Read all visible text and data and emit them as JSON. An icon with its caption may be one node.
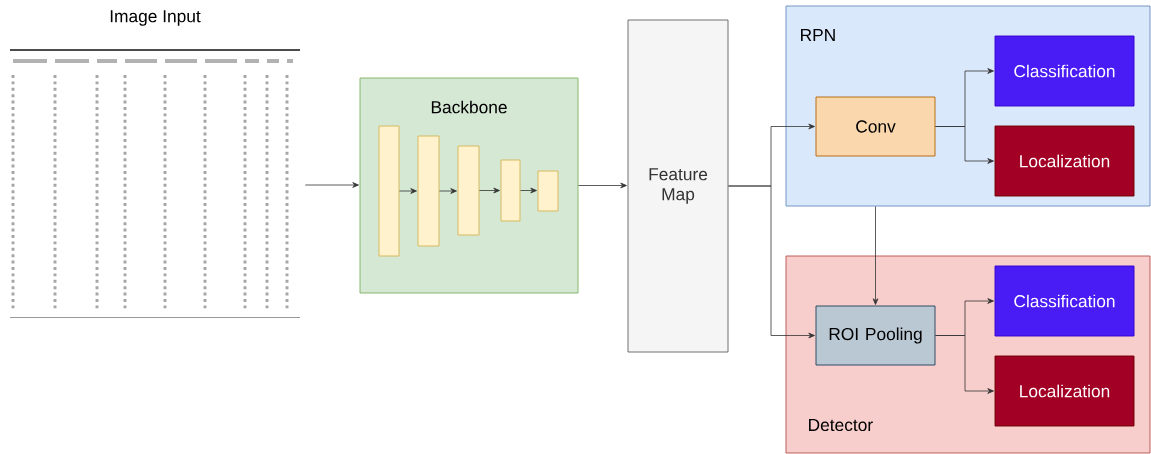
{
  "diagram": {
    "nodes": [
      {
        "text": [
          "Image Input"
        ]
      },
      {
        "text": [
          "Backbone"
        ]
      },
      {
        "text": [],
        "shape": "bar",
        "in": 1
      },
      {
        "text": [],
        "shape": "bar",
        "in": 1
      },
      {
        "text": [],
        "shape": "bar",
        "in": 1
      },
      {
        "text": [],
        "shape": "bar",
        "in": 1
      },
      {
        "text": [],
        "shape": "bar",
        "in": 1
      },
      {
        "text": [
          "Feature Map"
        ]
      },
      {
        "text": [
          "RPN"
        ]
      },
      {
        "text": [
          "Conv"
        ],
        "in": 8
      },
      {
        "text": [
          "Classification"
        ],
        "in": 8
      },
      {
        "text": [
          "Localization"
        ],
        "in": 8
      },
      {
        "text": [
          "Detector"
        ]
      },
      {
        "text": [
          "ROI Pooling"
        ],
        "in": 12
      },
      {
        "text": [
          "Classification"
        ],
        "in": 12
      },
      {
        "text": [
          "Localization"
        ],
        "in": 12
      }
    ],
    "edges": [
      {
        "from": 0,
        "to": 1,
        "arrow": "to"
      },
      {
        "from": 2,
        "to": 3,
        "arrow": "to"
      },
      {
        "from": 3,
        "to": 4,
        "arrow": "to"
      },
      {
        "from": 4,
        "to": 5,
        "arrow": "to"
      },
      {
        "from": 5,
        "to": 6,
        "arrow": "to"
      },
      {
        "from": 1,
        "to": 7,
        "arrow": "to"
      },
      {
        "from": 7,
        "to": 9,
        "arrow": "to"
      },
      {
        "from": 7,
        "to": 13,
        "arrow": "to"
      },
      {
        "from": 9,
        "to": 10,
        "arrow": "to"
      },
      {
        "from": 9,
        "to": 11,
        "arrow": "to"
      },
      {
        "from": 8,
        "to": 13,
        "arrow": "to"
      },
      {
        "from": 13,
        "to": 14,
        "arrow": "to"
      },
      {
        "from": 13,
        "to": 15,
        "arrow": "to"
      }
    ]
  }
}
